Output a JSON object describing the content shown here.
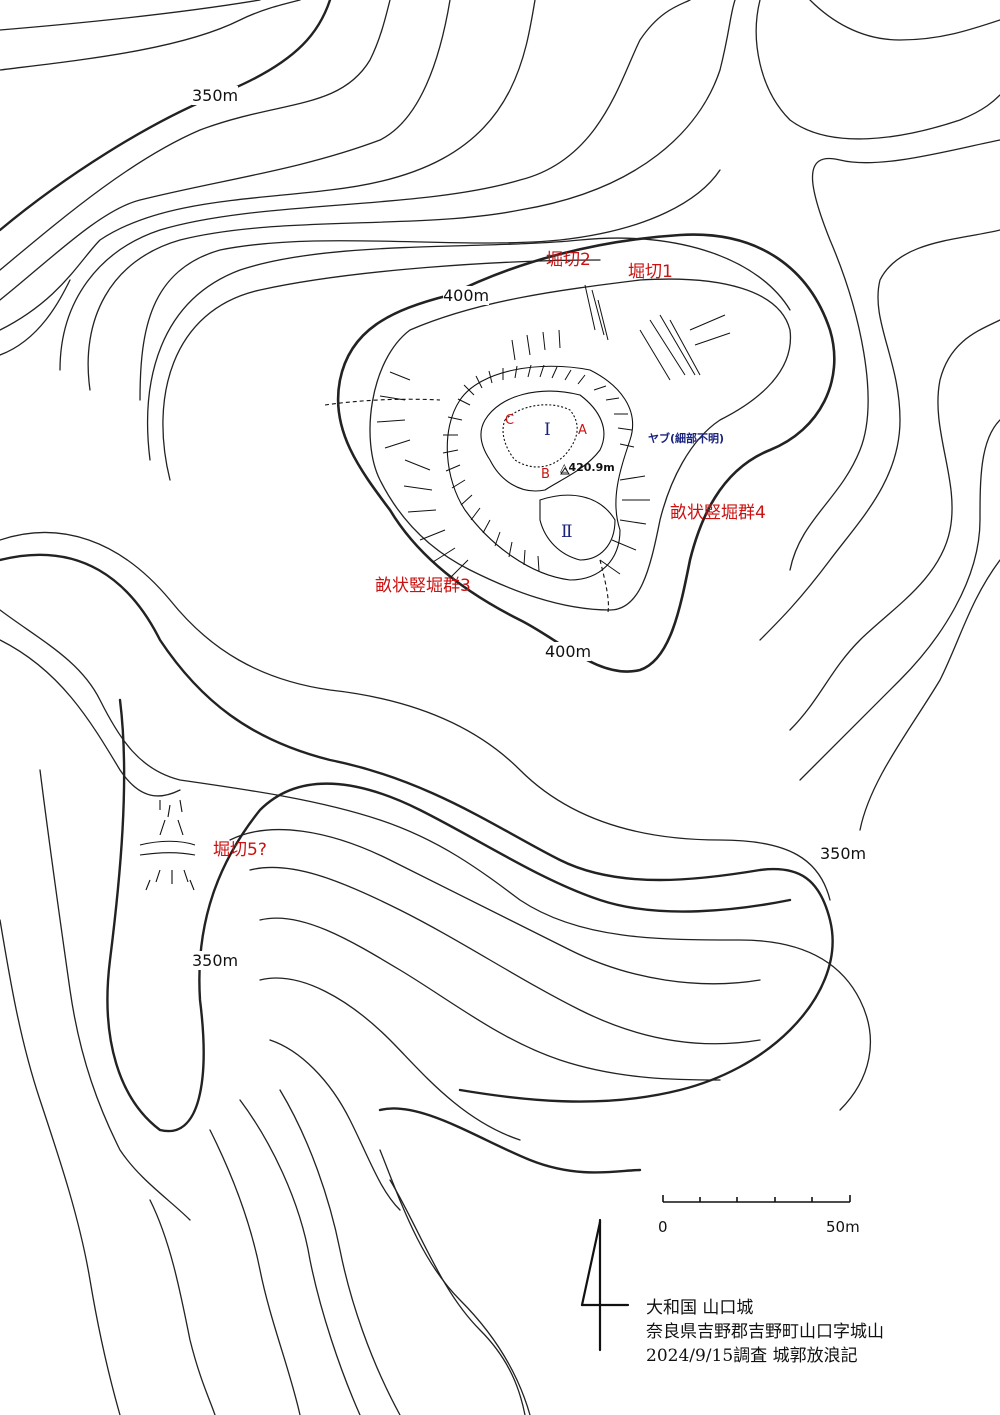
{
  "map": {
    "contour_labels": [
      "350m",
      "400m",
      "400m",
      "350m",
      "350m"
    ],
    "features": {
      "horikiri1": "堀切1",
      "horikiri2": "堀切2",
      "horikiri5": "堀切5?",
      "tatebori3": "畝状竪堀群3",
      "tatebori4": "畝状竪堀群4"
    },
    "enclosures": {
      "kuruwa1": "Ⅰ",
      "kuruwa2": "Ⅱ"
    },
    "points": {
      "a": "A",
      "b": "B",
      "c": "C"
    },
    "summit": "△420.9m",
    "bamboo": "ヤブ(細部不明)",
    "scale": {
      "zero": "0",
      "end": "50m"
    },
    "title_lines": [
      "大和国 山口城",
      "奈良県吉野郡吉野町山口字城山",
      "2024/9/15調査 城郭放浪記"
    ],
    "colors": {
      "feature_label": "#cc1111",
      "enclosure_label": "#1a237e",
      "contour": "#111111"
    }
  }
}
